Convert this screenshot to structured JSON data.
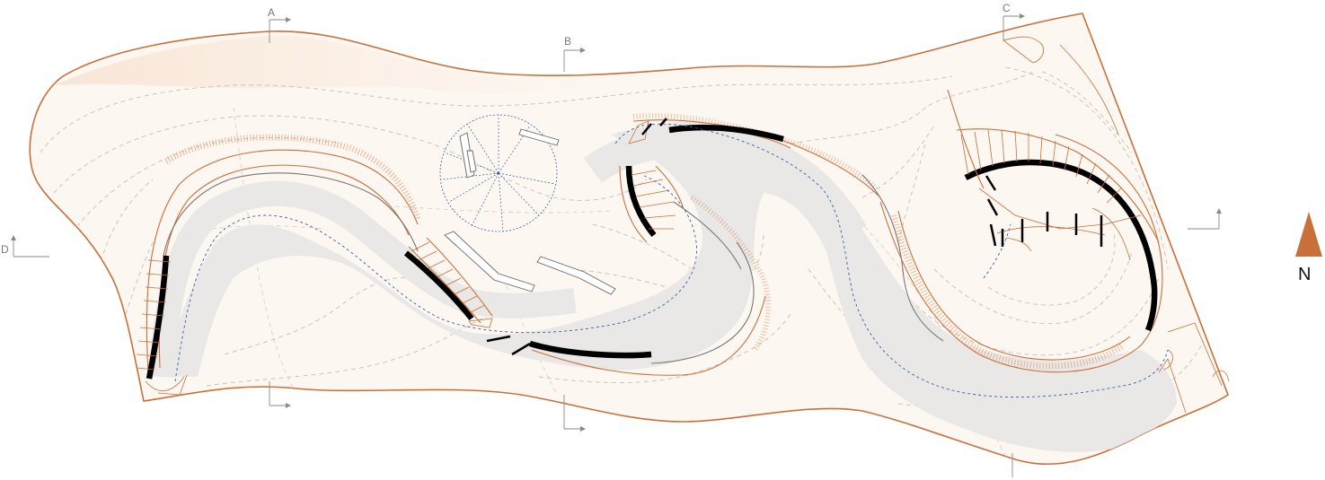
{
  "section_markers": {
    "a": "A",
    "b": "B",
    "c": "C",
    "d": "D"
  },
  "north_arrow": {
    "label": "N",
    "icon": "north-arrow-icon",
    "color": "#c8703a"
  },
  "colors": {
    "site_fill": "#fdf7f1",
    "site_outline": "#c8703a",
    "path_fill": "#e9e8e6",
    "wall": "#000000",
    "trail": "#3a5ea0",
    "vegetation": "#d98a5a",
    "contour": "#c9c4be"
  }
}
